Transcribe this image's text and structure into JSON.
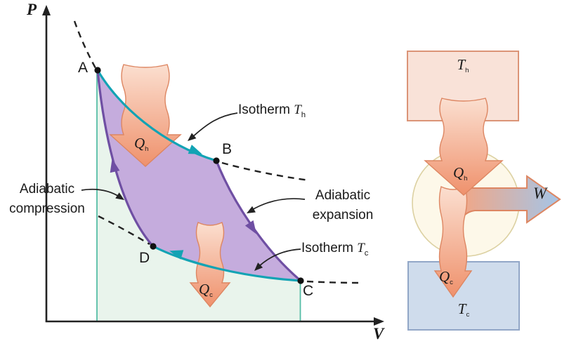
{
  "pv_diagram": {
    "y_axis_label": "P",
    "x_axis_label": "V",
    "points": {
      "a": "A",
      "b": "B",
      "c": "C",
      "d": "D"
    },
    "labels": {
      "isotherm_hot": {
        "word": "Isotherm",
        "var": "T",
        "sub": "h"
      },
      "adiabatic_expansion": {
        "line1": "Adiabatic",
        "line2": "expansion"
      },
      "isotherm_cold": {
        "word": "Isotherm",
        "var": "T",
        "sub": "c"
      },
      "adiabatic_compression": {
        "line1": "Adiabatic",
        "line2": "compression"
      },
      "heat_in": {
        "var": "Q",
        "sub": "h"
      },
      "heat_out": {
        "var": "Q",
        "sub": "c"
      }
    }
  },
  "engine_schematic": {
    "hot_reservoir": {
      "var": "T",
      "sub": "h"
    },
    "cold_reservoir": {
      "var": "T",
      "sub": "c"
    },
    "heat_in": {
      "var": "Q",
      "sub": "h"
    },
    "heat_out": {
      "var": "Q",
      "sub": "c"
    },
    "work_output": "W"
  },
  "colors": {
    "isotherm_teal": "#12a3b4",
    "adiabat_purple": "#6f4fa3",
    "cycle_fill_purple": "#c5acdd",
    "under_curve_green": "#e9f4ec",
    "green_edge_teal": "#55bda6",
    "heat_arrow_light": "#fbdfd0",
    "heat_arrow_dark": "#ef916c",
    "heat_arrow_outline": "#dd8662",
    "hot_reservoir_fill": "#f9e2d8",
    "hot_reservoir_border": "#db9477",
    "cold_reservoir_fill": "#cfdcec",
    "cold_reservoir_border": "#92a7c7",
    "engine_circle_fill": "#fdf8e9",
    "engine_circle_border": "#dcd1a2",
    "work_arrow_blue": "#a9c3e2",
    "work_arrow_salmon": "#f2a685",
    "ink": "#222222"
  }
}
